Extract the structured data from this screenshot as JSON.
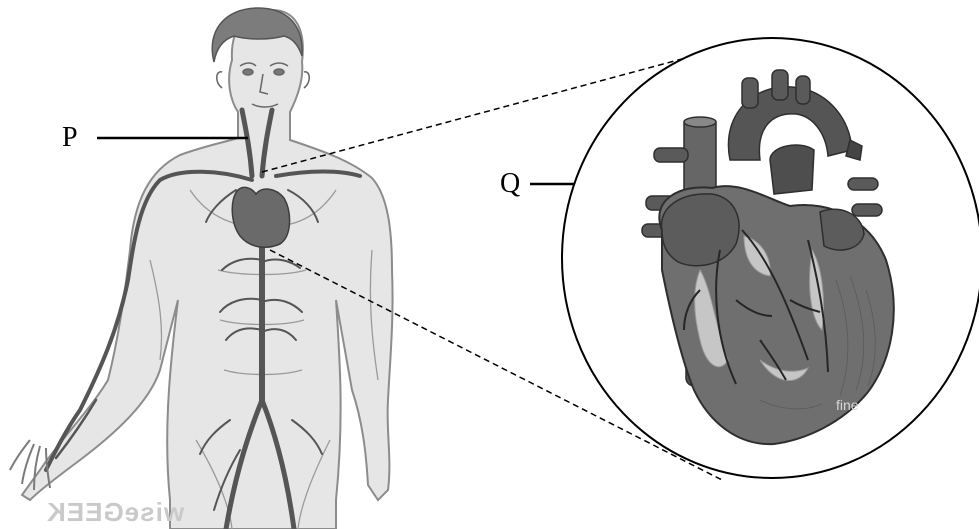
{
  "labels": {
    "p": "P",
    "q": "Q"
  },
  "watermark": "wiseGEEK",
  "colors": {
    "ink": "#000000",
    "skin": "#e4e4e4",
    "skin_outline": "#8a8a8a",
    "hair": "#7a7a7a",
    "vessel": "#555555",
    "heart_dark": "#4a4a4a",
    "heart_mid": "#6e6e6e"
  }
}
